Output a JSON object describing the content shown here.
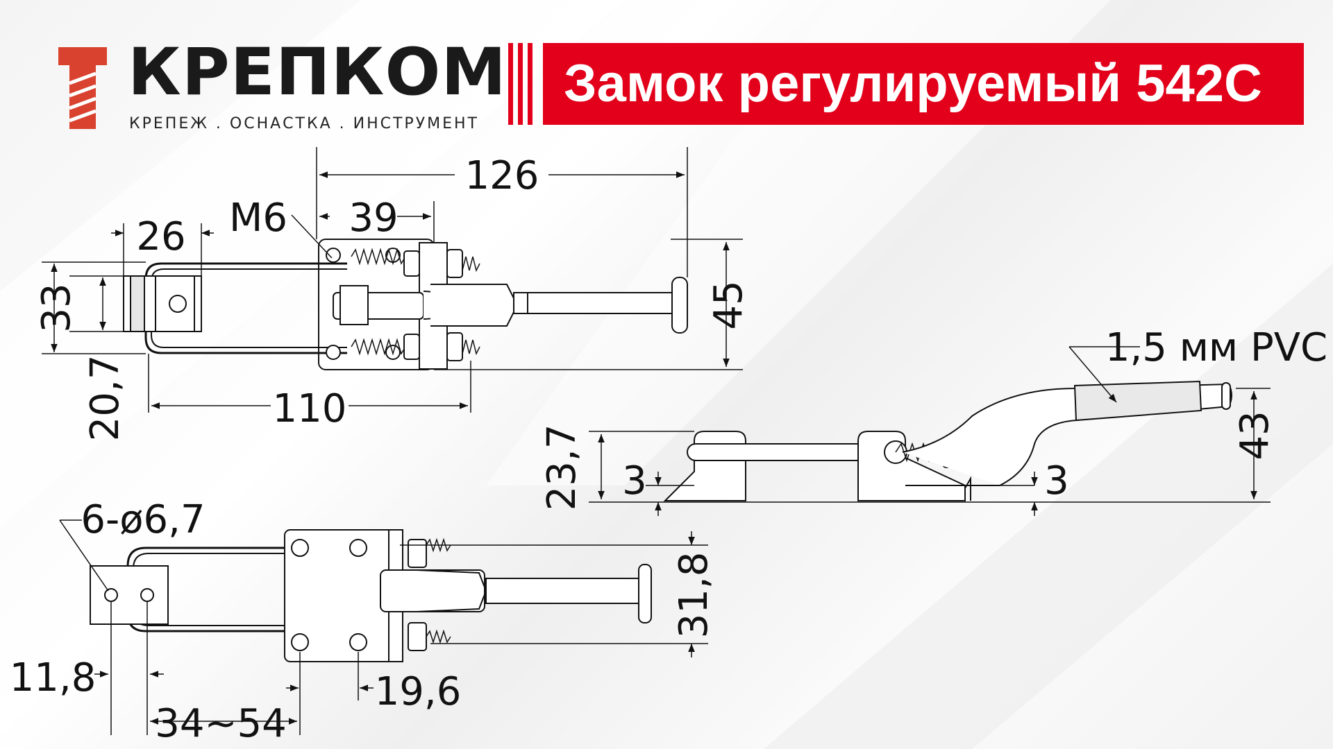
{
  "brand": {
    "name": "КРЕПКОМ",
    "tagline": "КРЕПЕЖ . ОСНАСТКА . ИНСТРУМЕНТ",
    "accent_color": "#e2001a"
  },
  "title": "Замок регулируемый 542С",
  "dimensions": {
    "top_view": {
      "overall_length": "126",
      "thread": "M6",
      "spring_len": "39",
      "hook_width": "26",
      "height_33": "33",
      "height_20_7": "20,7",
      "base_length": "110",
      "height_45": "45"
    },
    "side_view": {
      "grip": "1,5 мм PVC",
      "height_23_7": "23,7",
      "base_thickness_left": "3",
      "base_thickness_right": "3",
      "handle_height": "43"
    },
    "bottom_view": {
      "holes": "6-ø6,7",
      "hook_offset": "11,8",
      "hole_spacing_range": "34~54",
      "base_hole_spacing": "19,6",
      "base_hole_height": "31,8"
    }
  }
}
